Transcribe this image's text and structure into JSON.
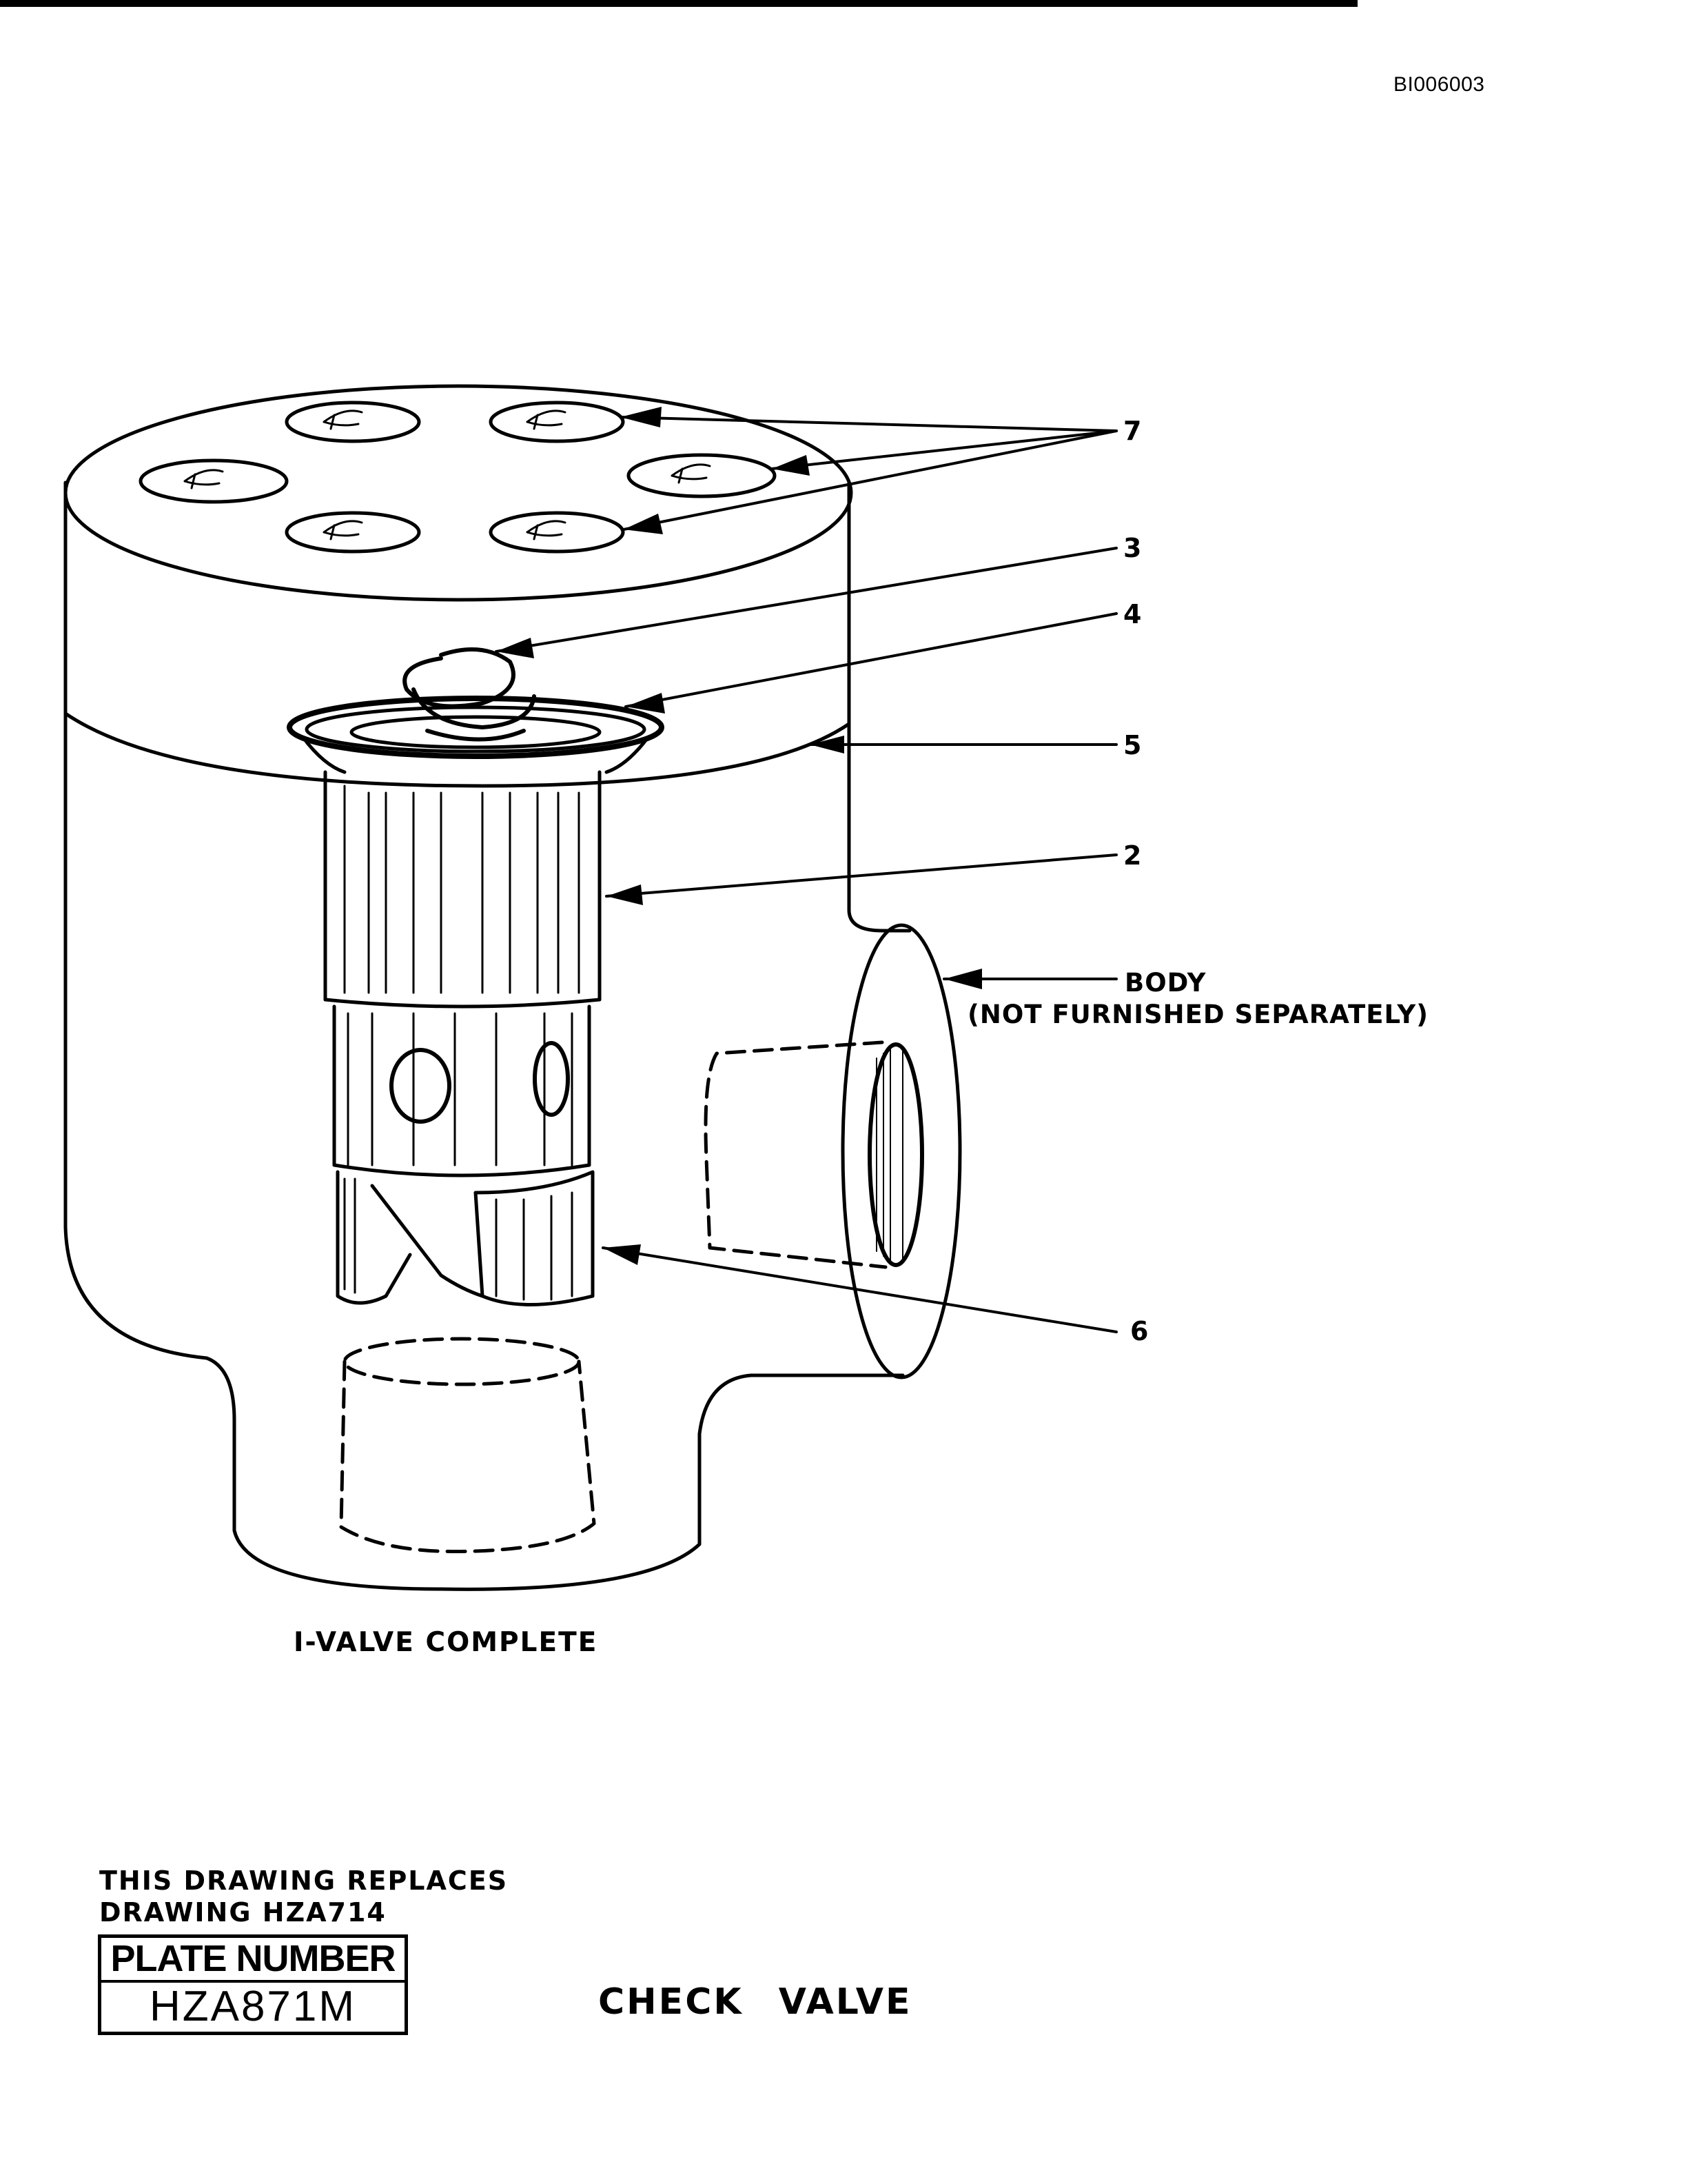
{
  "document": {
    "id": "BI006003",
    "caption": "I-VALVE COMPLETE",
    "replaces_line1": "THIS DRAWING REPLACES",
    "replaces_line2": "DRAWING HZA714",
    "plate_label": "PLATE NUMBER",
    "plate_number": "HZA871M",
    "title": "CHECK VALVE"
  },
  "callouts": {
    "c7": "7",
    "c3": "3",
    "c4": "4",
    "c5": "5",
    "c2": "2",
    "c6": "6",
    "body_line1": "BODY",
    "body_line2": "(NOT FURNISHED SEPARATELY)"
  }
}
